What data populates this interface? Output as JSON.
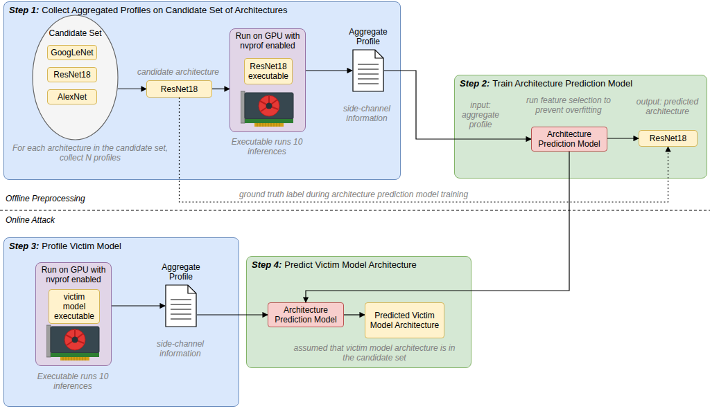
{
  "diagram": {
    "nodes": [
      {
        "text": [
          "Step 1:",
          "Collect Aggregated Profiles on Candidate Set of Architectures"
        ]
      },
      {
        "text": [
          "Candidate Set"
        ],
        "in": 0
      },
      {
        "text": [
          "GoogLeNet"
        ],
        "in": 1
      },
      {
        "text": [
          "ResNet18"
        ],
        "in": 1
      },
      {
        "text": [
          "AlexNet"
        ],
        "in": 1
      },
      {
        "text": [
          "ResNet18"
        ],
        "in": 0
      },
      {
        "text": [
          "Run on GPU with nvprof enabled"
        ],
        "in": 0
      },
      {
        "text": [
          "ResNet18 executable"
        ],
        "in": 6
      },
      {
        "text": [
          "Aggregate Profile"
        ],
        "in": 0
      },
      {
        "text": [
          "Step 2:",
          "Train Architecture Prediction Model"
        ]
      },
      {
        "text": [
          "Architecture Prediction Model"
        ],
        "in": 9
      },
      {
        "text": [
          "ResNet18"
        ],
        "in": 9
      },
      {
        "text": [
          "Step 3:",
          "Profile Victim Model"
        ]
      },
      {
        "text": [
          "Run on GPU with nvprof enabled"
        ],
        "in": 12
      },
      {
        "text": [
          "victim model executable"
        ],
        "in": 13
      },
      {
        "text": [
          "Aggregate Profile"
        ],
        "in": 12
      },
      {
        "text": [
          "Step 4:",
          "Predict Victim Model Architecture"
        ]
      },
      {
        "text": [
          "Architecture Prediction Model"
        ],
        "in": 16
      },
      {
        "text": [
          "Predicted Victim Model Architecture"
        ],
        "in": 16
      }
    ],
    "edges": [
      {
        "from": 1,
        "to": 5,
        "arrow": "to"
      },
      {
        "from": 5,
        "to": 6,
        "arrow": "to"
      },
      {
        "from": 6,
        "to": 8,
        "arrow": "to"
      },
      {
        "from": 8,
        "to": 10,
        "arrow": "to"
      },
      {
        "from": 10,
        "to": 11,
        "arrow": "to"
      },
      {
        "from": 5,
        "to": 11,
        "arrow": "to",
        "label": "ground truth label during architecture prediction model training"
      },
      {
        "from": 10,
        "to": 17,
        "arrow": "to"
      },
      {
        "from": 13,
        "to": 15,
        "arrow": "to"
      },
      {
        "from": 15,
        "to": 17,
        "arrow": "to"
      },
      {
        "from": 17,
        "to": 18,
        "arrow": "to"
      }
    ],
    "labels": [
      "•••",
      "For each architecture in the candidate set, collect N profiles",
      "candidate architecture",
      "Executable runs 10 inferences",
      "side-channel information",
      "input: aggregate profile",
      "run feature selection to prevent overfitting",
      "output: predicted architecture",
      "Offline Preprocessing",
      "Online Attack",
      "Executable runs 10 inferences",
      "side-channel information",
      "assumed that victim model architecture is in the candidate set"
    ]
  }
}
